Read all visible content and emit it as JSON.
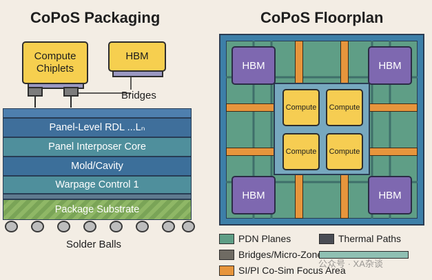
{
  "packaging": {
    "title": "CoPoS Packaging",
    "compute_label": "Compute\nChiplets",
    "hbm_label": "HBM",
    "bridges_label": "Bridges",
    "layers": [
      {
        "label": "Panel-Level RDL ...Lₙ",
        "color": "#3f6f9b"
      },
      {
        "label": "Panel Interposer Core",
        "color": "#4f8f9c"
      },
      {
        "label": "Mold/Cavity",
        "color": "#3c6f9a"
      },
      {
        "label": "Warpage Control 1",
        "color": "#4f8f9c"
      },
      {
        "label": "Package Substrate",
        "color": "#7aa457"
      }
    ],
    "solder_label": "Solder Balls"
  },
  "floorplan": {
    "title": "CoPoS Floorplan",
    "hbm_label": "HBM",
    "compute_label": "Compute",
    "colors": {
      "frame": "#3d7fa8",
      "inner": "#77a8bf",
      "pdn": "#5f9e86",
      "bridge": "#e7953c",
      "hbm": "#7e68b0",
      "compute": "#f6cd52"
    }
  },
  "legend": [
    {
      "label": "PDN Planes",
      "color": "#5f9e86"
    },
    {
      "label": "Thermal Paths",
      "color": "#4a4d55"
    },
    {
      "label": "Bridges/Micro-Zones",
      "color": "#6f6b63"
    },
    {
      "label": "",
      "color": "#8fc0b3"
    },
    {
      "label": "SI/PI Co-Sim Focus Area",
      "color": "#e7953c"
    }
  ],
  "watermark": "公众号 · XA杂谈"
}
